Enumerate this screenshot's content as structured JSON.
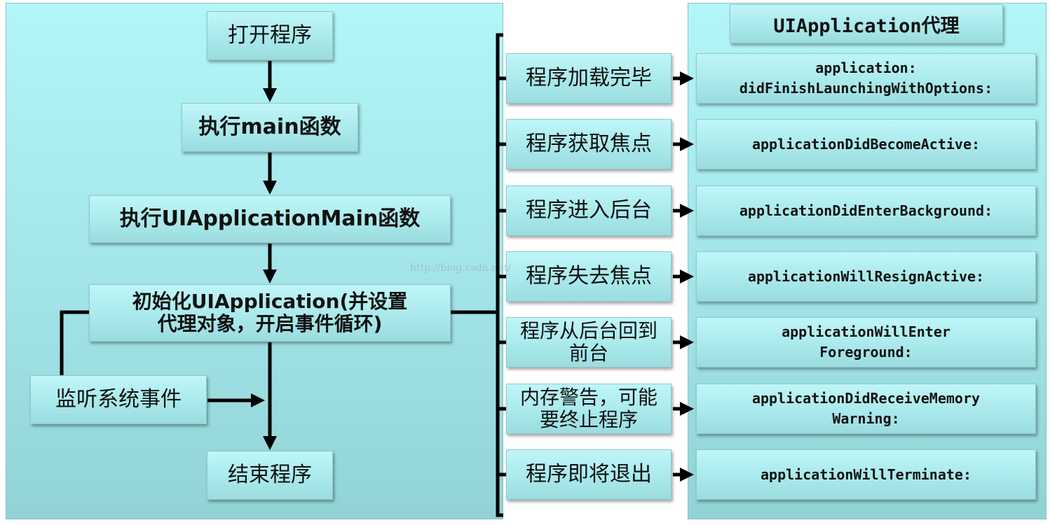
{
  "left_flow": {
    "step_open": "打开程序",
    "step_main": "执行main函数",
    "step_uiapp_main": "执行UIApplicationMain函数",
    "step_init_line1": "初始化UIApplication(并设置",
    "step_init_line2": "代理对象，开启事件循环)",
    "step_listen": "监听系统事件",
    "step_end": "结束程序"
  },
  "events": [
    {
      "label_lines": [
        "程序加载完毕"
      ]
    },
    {
      "label_lines": [
        "程序获取焦点"
      ]
    },
    {
      "label_lines": [
        "程序进入后台"
      ]
    },
    {
      "label_lines": [
        "程序失去焦点"
      ]
    },
    {
      "label_lines": [
        "程序从后台回到",
        "前台"
      ]
    },
    {
      "label_lines": [
        "内存警告，可能",
        "要终止程序"
      ]
    },
    {
      "label_lines": [
        "程序即将退出"
      ]
    }
  ],
  "delegate": {
    "title": "UIApplication代理",
    "methods": [
      {
        "lines": [
          "application:",
          "didFinishLaunchingWithOptions:"
        ]
      },
      {
        "lines": [
          "applicationDidBecomeActive:"
        ]
      },
      {
        "lines": [
          "applicationDidEnterBackground:"
        ]
      },
      {
        "lines": [
          "applicationWillResignActive:"
        ]
      },
      {
        "lines": [
          "applicationWillEnter",
          "Foreground:"
        ]
      },
      {
        "lines": [
          "applicationDidReceiveMemory",
          "Warning:"
        ]
      },
      {
        "lines": [
          "applicationWillTerminate:"
        ]
      }
    ]
  },
  "watermark": "http://blog.csdn.net/"
}
